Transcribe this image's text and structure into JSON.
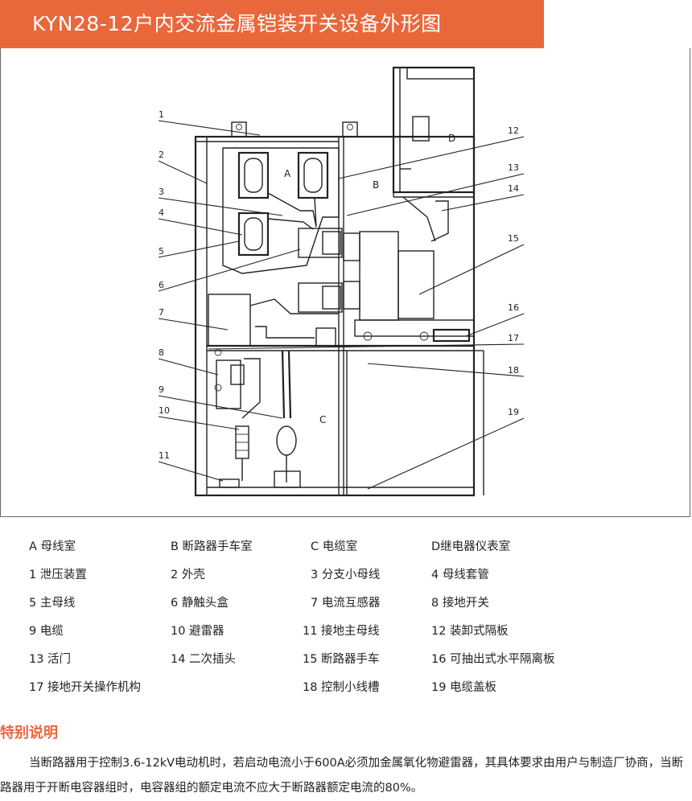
{
  "title": "KYN28-12户内交流金属铠装开关设备外形图",
  "diagram": {
    "compartment_labels": [
      "A",
      "B",
      "C",
      "D"
    ],
    "callout_numbers": [
      "1",
      "2",
      "3",
      "4",
      "5",
      "6",
      "7",
      "8",
      "9",
      "10",
      "11",
      "12",
      "13",
      "14",
      "15",
      "16",
      "17",
      "18",
      "19"
    ]
  },
  "legend": {
    "rows": [
      [
        "A 母线室",
        "B 断路器手车室",
        "C 电缆室",
        "D继电器仪表室"
      ],
      [
        "1 泄压装置",
        "2 外壳",
        "3 分支小母线",
        "4 母线套管"
      ],
      [
        "5 主母线",
        "6 静触头盒",
        "7 电流互感器",
        "8 接地开关"
      ],
      [
        "9 电缆",
        "10 避雷器",
        "11 接地主母线",
        "12 装卸式隔板"
      ],
      [
        "13 活门",
        "14 二次插头",
        "15 断路器手车",
        "16 可抽出式水平隔离板"
      ],
      [
        "17 接地开关操作机构",
        "",
        "18 控制小线槽",
        "19 电缆盖板"
      ]
    ]
  },
  "note": {
    "heading": "特别说明",
    "text": "当断路器用于控制3.6-12kV电动机时，若启动电流小于600A必须加金属氧化物避雷器，其具体要求由用户与制造厂协商，当断路器用于开断电容器组时，电容器组的额定电流不应大于断路器额定电流的80%。"
  }
}
